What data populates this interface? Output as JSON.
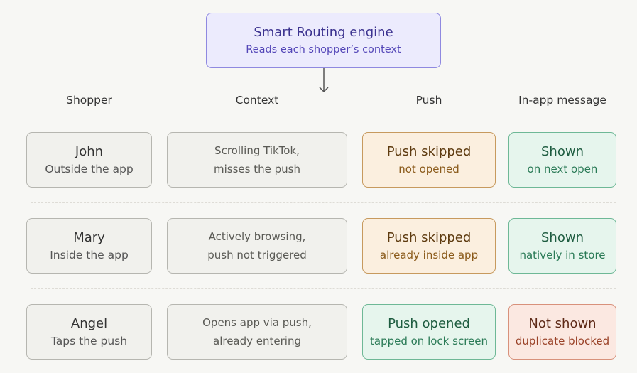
{
  "engine": {
    "title": "Smart Routing engine",
    "subtitle": "Reads each shopper’s context"
  },
  "headers": {
    "shopper": "Shopper",
    "context": "Context",
    "push": "Push",
    "inapp": "In-app message"
  },
  "rows": [
    {
      "shopper": {
        "name": "John",
        "state": "Outside the app"
      },
      "context": {
        "line1": "Scrolling TikTok,",
        "line2": "misses the push"
      },
      "push": {
        "title": "Push skipped",
        "detail": "not opened",
        "status": "skipped"
      },
      "inapp": {
        "title": "Shown",
        "detail": "on next open",
        "status": "shown"
      }
    },
    {
      "shopper": {
        "name": "Mary",
        "state": "Inside the app"
      },
      "context": {
        "line1": "Actively browsing,",
        "line2": "push not triggered"
      },
      "push": {
        "title": "Push skipped",
        "detail": "already inside app",
        "status": "skipped"
      },
      "inapp": {
        "title": "Shown",
        "detail": "natively in store",
        "status": "shown"
      }
    },
    {
      "shopper": {
        "name": "Angel",
        "state": "Taps the push"
      },
      "context": {
        "line1": "Opens app via push,",
        "line2": "already entering"
      },
      "push": {
        "title": "Push opened",
        "detail": "tapped on lock screen",
        "status": "opened"
      },
      "inapp": {
        "title": "Not shown",
        "detail": "duplicate blocked",
        "status": "blocked"
      }
    }
  ],
  "colors": {
    "engine_fill": "#ecebfd",
    "engine_border": "#8f89e0",
    "skipped_fill": "#fbefdf",
    "shown_fill": "#e6f5ed",
    "blocked_fill": "#fbe8e1",
    "neutral_fill": "#f1f1ed"
  }
}
